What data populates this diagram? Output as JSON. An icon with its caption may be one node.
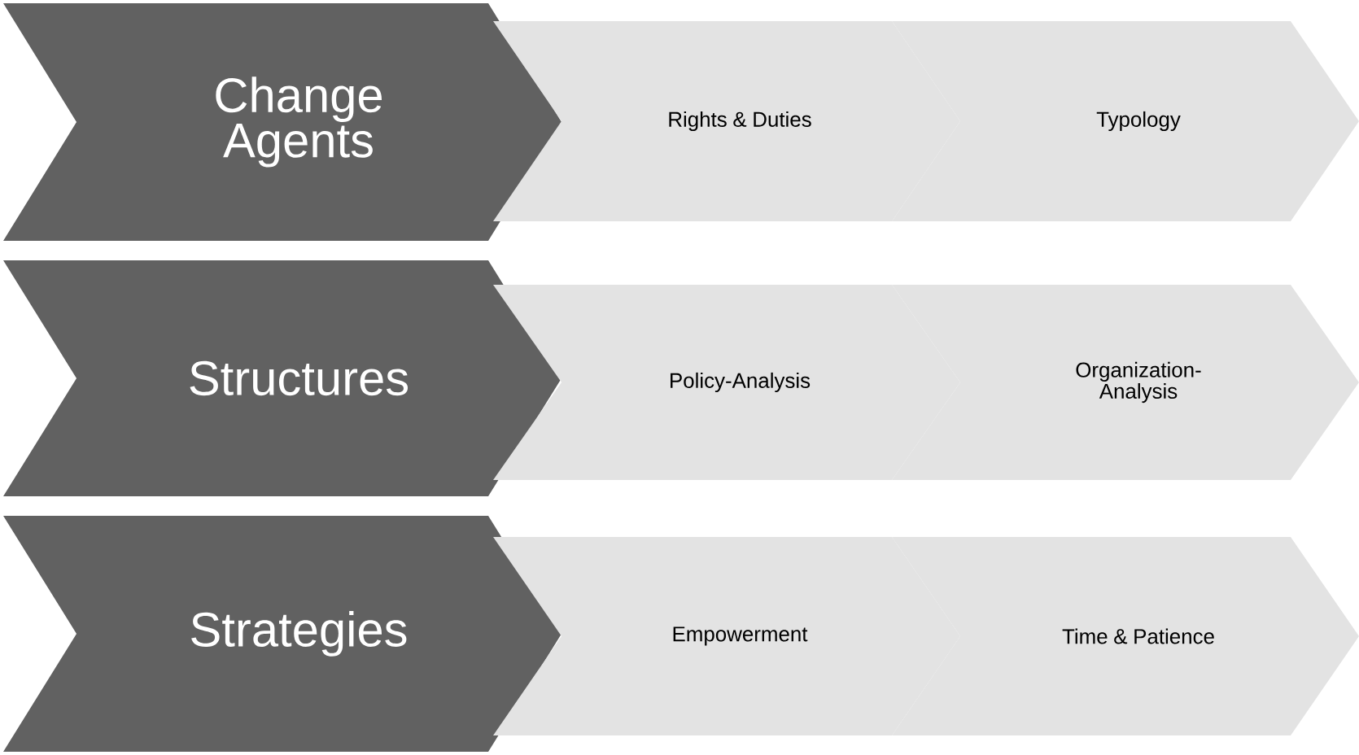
{
  "diagram": {
    "nodes": [
      {
        "text": [
          "Change Agents"
        ]
      },
      {
        "text": [
          "Rights & Duties"
        ]
      },
      {
        "text": [
          "Typology"
        ]
      },
      {
        "text": [
          "Structures"
        ]
      },
      {
        "text": [
          "Policy-Analysis"
        ]
      },
      {
        "text": [
          "Organization-Analysis"
        ]
      },
      {
        "text": [
          "Strategies"
        ]
      },
      {
        "text": [
          "Empowerment"
        ]
      },
      {
        "text": [
          "Time & Patience"
        ]
      }
    ]
  }
}
